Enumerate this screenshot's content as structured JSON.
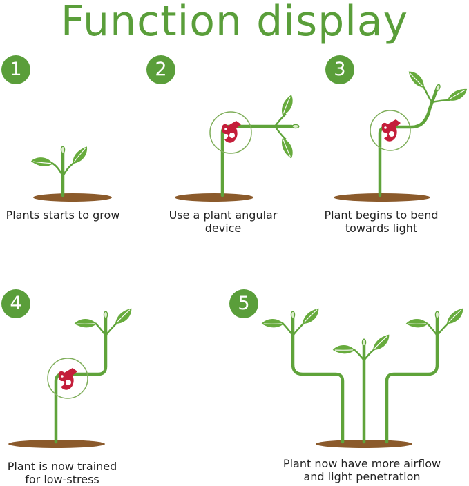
{
  "title": "Function display",
  "steps": [
    {
      "number": "1",
      "caption_lines": [
        "Plants starts to grow"
      ]
    },
    {
      "number": "2",
      "caption_lines": [
        "Use a plant angular",
        "device"
      ]
    },
    {
      "number": "3",
      "caption_lines": [
        "Plant begins to bend",
        "towards light"
      ]
    },
    {
      "number": "4",
      "caption_lines": [
        "Plant is now trained",
        "for low-stress"
      ]
    },
    {
      "number": "5",
      "caption_lines": [
        "Plant now have more airflow",
        "and light penetration"
      ]
    }
  ],
  "colors": {
    "brand_green": "#5a9e3a",
    "stem_green": "#5fa33a",
    "leaf_green": "#67ab3d",
    "leaf_vein": "#ffffff",
    "soil_brown": "#8b5a2b",
    "clip_red": "#c41e3a",
    "ring_green": "#7fae5a"
  }
}
